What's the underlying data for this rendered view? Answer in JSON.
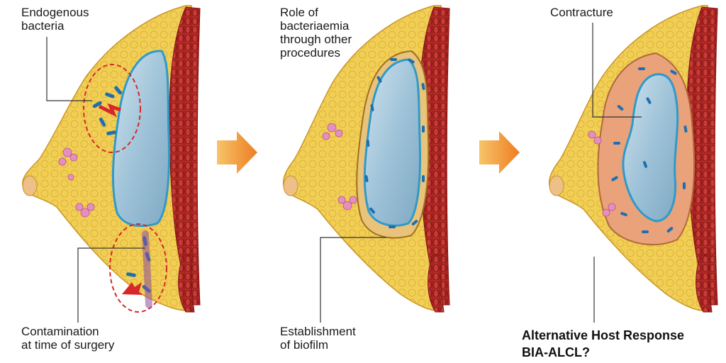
{
  "labels": {
    "endogenous_bacteria": "Endogenous\nbacteria",
    "role_of_bacteriaemia": "Role of\nbacteriaemia\nthrough other\nprocedures",
    "contracture": "Contracture",
    "contamination": "Contamination\nat time of surgery",
    "establishment": "Establishment\nof biofilm",
    "alt_host_response": "Alternative Host Response",
    "bia_alcl": "BIA-ALCL?"
  },
  "colors": {
    "fat": "#f1cf55",
    "fat_lobule": "#e6b93c",
    "muscle": "#c8312e",
    "implant": "#9fc3d8",
    "implant_edge": "#2f9ac9",
    "bacteria": "#1e6fb0",
    "arrow": "#f29a2e",
    "contamination_arrow": "#d8262a",
    "capsule": "#e9a27a"
  }
}
